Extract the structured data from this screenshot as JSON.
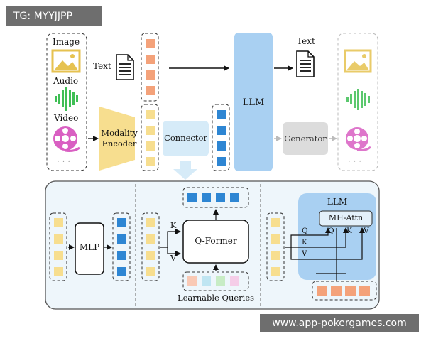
{
  "watermark_top": "TG: MYYJJPP",
  "watermark_bottom": "www.app-pokergames.com",
  "top": {
    "input_labels": {
      "image": "Image",
      "audio": "Audio",
      "video": "Video",
      "more": "· · ·"
    },
    "text_input": "Text",
    "modality_encoder": [
      "Modality",
      "Encoder"
    ],
    "connector": "Connector",
    "llm": "LLM",
    "text_output": "Text",
    "generator": "Generator",
    "output_more": "· · ·"
  },
  "bottom": {
    "mlp": "MLP",
    "qformer": "Q-Former",
    "k": "K",
    "v": "V",
    "learnable_queries": "Learnable Queries",
    "llm": "LLM",
    "mh_attn": "MH-Attn",
    "q": "Q",
    "k2": "K",
    "v2": "V"
  },
  "colors": {
    "yellow": "#f7de8f",
    "orange": "#f4a27a",
    "blue": "#2e86d3",
    "llm_blue": "#a9d0f2",
    "panel_bg": "#eef6fb",
    "green": "#3fbf55",
    "pink": "#d95fc2",
    "gray_box": "#dcdcdc"
  }
}
